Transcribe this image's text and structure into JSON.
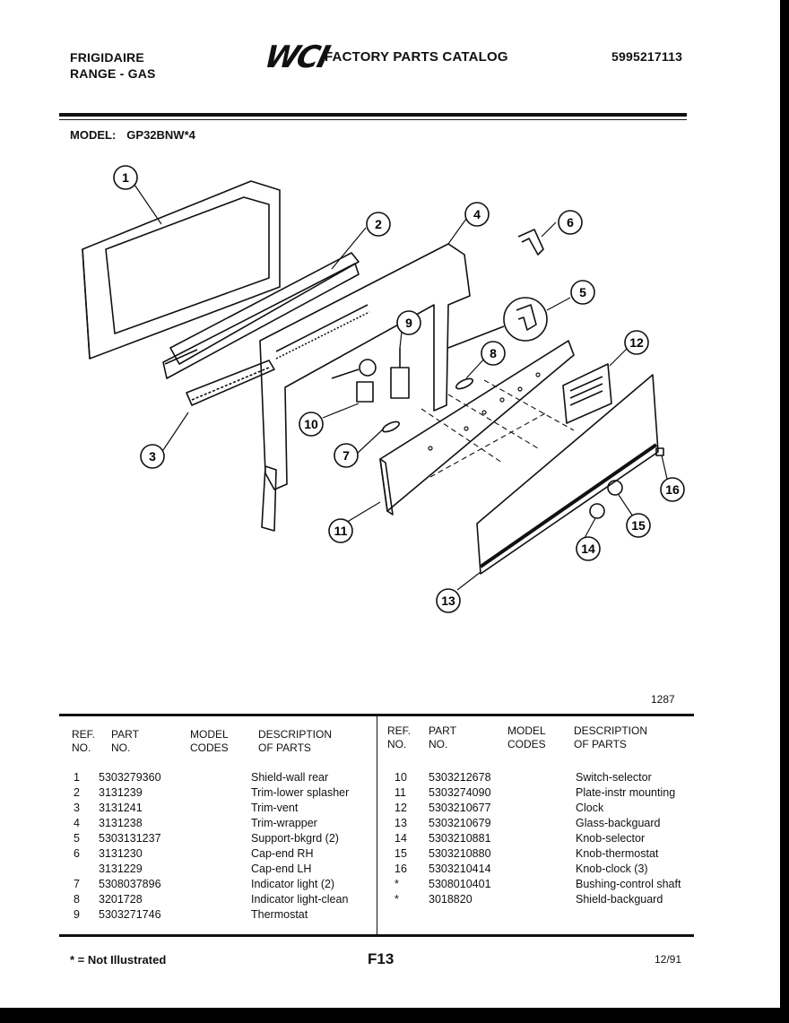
{
  "header": {
    "brand_line1": "FRIGIDAIRE",
    "brand_line2": "RANGE - GAS",
    "logo": "WCI",
    "catalog_title": "FACTORY PARTS CATALOG",
    "catalog_number": "5995217113"
  },
  "model": {
    "label": "MODEL:",
    "value": "GP32BNW*4"
  },
  "diagram": {
    "figure_code": "1287",
    "callouts": [
      "1",
      "2",
      "3",
      "4",
      "5",
      "6",
      "7",
      "8",
      "9",
      "10",
      "11",
      "12",
      "13",
      "14",
      "15",
      "16"
    ]
  },
  "table": {
    "headers": {
      "ref": [
        "REF.",
        "NO."
      ],
      "part": [
        "PART",
        "NO."
      ],
      "codes": [
        "MODEL",
        "CODES"
      ],
      "desc": [
        "DESCRIPTION",
        "OF PARTS"
      ]
    },
    "left_rows": [
      {
        "ref": "1",
        "part": "5303279360",
        "codes": "",
        "desc": "Shield-wall rear"
      },
      {
        "ref": "2",
        "part": "3131239",
        "codes": "",
        "desc": "Trim-lower splasher"
      },
      {
        "ref": "3",
        "part": "3131241",
        "codes": "",
        "desc": "Trim-vent"
      },
      {
        "ref": "4",
        "part": "3131238",
        "codes": "",
        "desc": "Trim-wrapper"
      },
      {
        "ref": "5",
        "part": "5303131237",
        "codes": "",
        "desc": "Support-bkgrd (2)"
      },
      {
        "ref": "6",
        "part": "3131230",
        "codes": "",
        "desc": "Cap-end RH"
      },
      {
        "ref": "",
        "part": "3131229",
        "codes": "",
        "desc": "Cap-end LH"
      },
      {
        "ref": "7",
        "part": "5308037896",
        "codes": "",
        "desc": "Indicator light (2)"
      },
      {
        "ref": "8",
        "part": "3201728",
        "codes": "",
        "desc": "Indicator light-clean"
      },
      {
        "ref": "9",
        "part": "5303271746",
        "codes": "",
        "desc": "Thermostat"
      }
    ],
    "right_rows": [
      {
        "ref": "10",
        "part": "5303212678",
        "codes": "",
        "desc": "Switch-selector"
      },
      {
        "ref": "11",
        "part": "5303274090",
        "codes": "",
        "desc": "Plate-instr mounting"
      },
      {
        "ref": "12",
        "part": "5303210677",
        "codes": "",
        "desc": "Clock"
      },
      {
        "ref": "13",
        "part": "5303210679",
        "codes": "",
        "desc": "Glass-backguard"
      },
      {
        "ref": "14",
        "part": "5303210881",
        "codes": "",
        "desc": "Knob-selector"
      },
      {
        "ref": "15",
        "part": "5303210880",
        "codes": "",
        "desc": "Knob-thermostat"
      },
      {
        "ref": "16",
        "part": "5303210414",
        "codes": "",
        "desc": "Knob-clock (3)"
      },
      {
        "ref": "*",
        "part": "5308010401",
        "codes": "",
        "desc": "Bushing-control shaft"
      },
      {
        "ref": "*",
        "part": "3018820",
        "codes": "",
        "desc": "Shield-backguard"
      }
    ]
  },
  "footer": {
    "legend": "* = Not Illustrated",
    "page": "F13",
    "date": "12/91"
  }
}
